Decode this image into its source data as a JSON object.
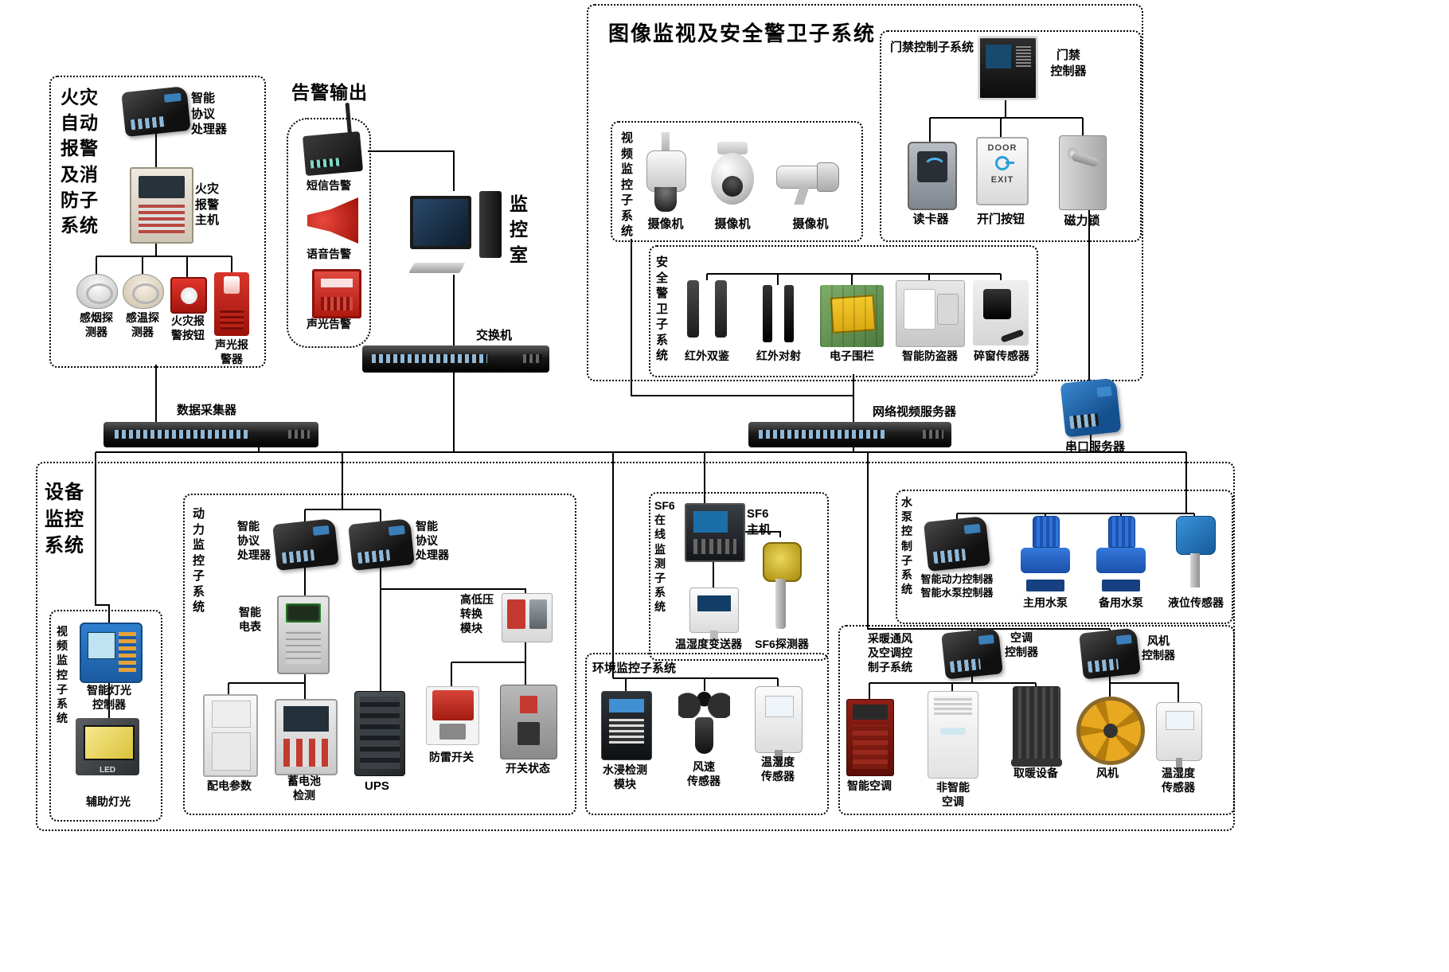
{
  "fire": {
    "title": "火灾\n自动\n报警\n及消\n防子\n系统",
    "protocol": "智能\n协议\n处理器",
    "host": "火灾\n报警\n主机",
    "smoke": "感烟探\n测器",
    "heat": "感温探\n测器",
    "button": "火灾报\n警按钮",
    "strobe": "声光报\n警器"
  },
  "alarm": {
    "title": "告警输出",
    "sms": "短信告警",
    "voice": "语音告警",
    "sound_light": "声光告警"
  },
  "control_room": "监\n控\n室",
  "core_switch": "交换机",
  "surveillance": {
    "title": "图像监视及安全警卫子系统",
    "video": {
      "title": "视\n频\n监\n控\n子\n系\n统",
      "cam1": "摄像机",
      "cam2": "摄像机",
      "cam3": "摄像机"
    },
    "access": {
      "title": "门禁控制子系统",
      "controller": "门禁\n控制器",
      "reader": "读卡器",
      "button": "开门按钮",
      "lock": "磁力锁",
      "door": "DOOR",
      "exit": "EXIT"
    },
    "security": {
      "title": "安\n全\n警\n卫\n子\n系\n统",
      "ir_dual": "红外双鉴",
      "ir_beam": "红外对射",
      "fence": "电子围栏",
      "burglar": "智能防盗器",
      "glass": "碎窗传感器"
    }
  },
  "collector": "数据采集器",
  "nvr": "网络视频服务器",
  "serial_server": "串口服务器",
  "equipment": {
    "title": "设备\n监控\n系统",
    "video": {
      "title": "视\n频\n监\n控\n子\n系\n统",
      "light_ctrl": "智能灯光\n控制器",
      "aux_light": "辅助灯光",
      "led": "LED"
    },
    "power": {
      "title": "动\n力\n监\n控\n子\n系\n统",
      "protocol1": "智能\n协议\n处理器",
      "protocol2": "智能\n协议\n处理器",
      "meter": "智能\n电表",
      "hv_module": "高低压\n转换\n模块",
      "dist": "配电参数",
      "battery": "蓄电池\n检测",
      "ups": "UPS",
      "lightning": "防雷开关",
      "breaker": "开关状态"
    },
    "sf6": {
      "title": "SF6\n在\n线\n监\n测\n子\n系\n统",
      "host": "SF6\n主机",
      "transmitter": "温湿度变送器",
      "detector": "SF6探测器"
    },
    "env": {
      "title": "环境监控子系统",
      "water": "水浸检测\n模块",
      "wind": "风速\n传感器",
      "th": "温湿度\n传感器"
    },
    "pump": {
      "title": "水\n泵\n控\n制\n子\n系\n统",
      "controller": "智能动力控制器\n智能水泵控制器",
      "main": "主用水泵",
      "backup": "备用水泵",
      "level": "液位传感器"
    },
    "hvac": {
      "title": "采暖通风\n及空调控\n制子系统",
      "ac_ctrl": "空调\n控制器",
      "fan_ctrl": "风机\n控制器",
      "smart_ac": "智能空调",
      "plain_ac": "非智能\n空调",
      "heater": "取暖设备",
      "fan": "风机",
      "th": "温湿度\n传感器"
    }
  }
}
